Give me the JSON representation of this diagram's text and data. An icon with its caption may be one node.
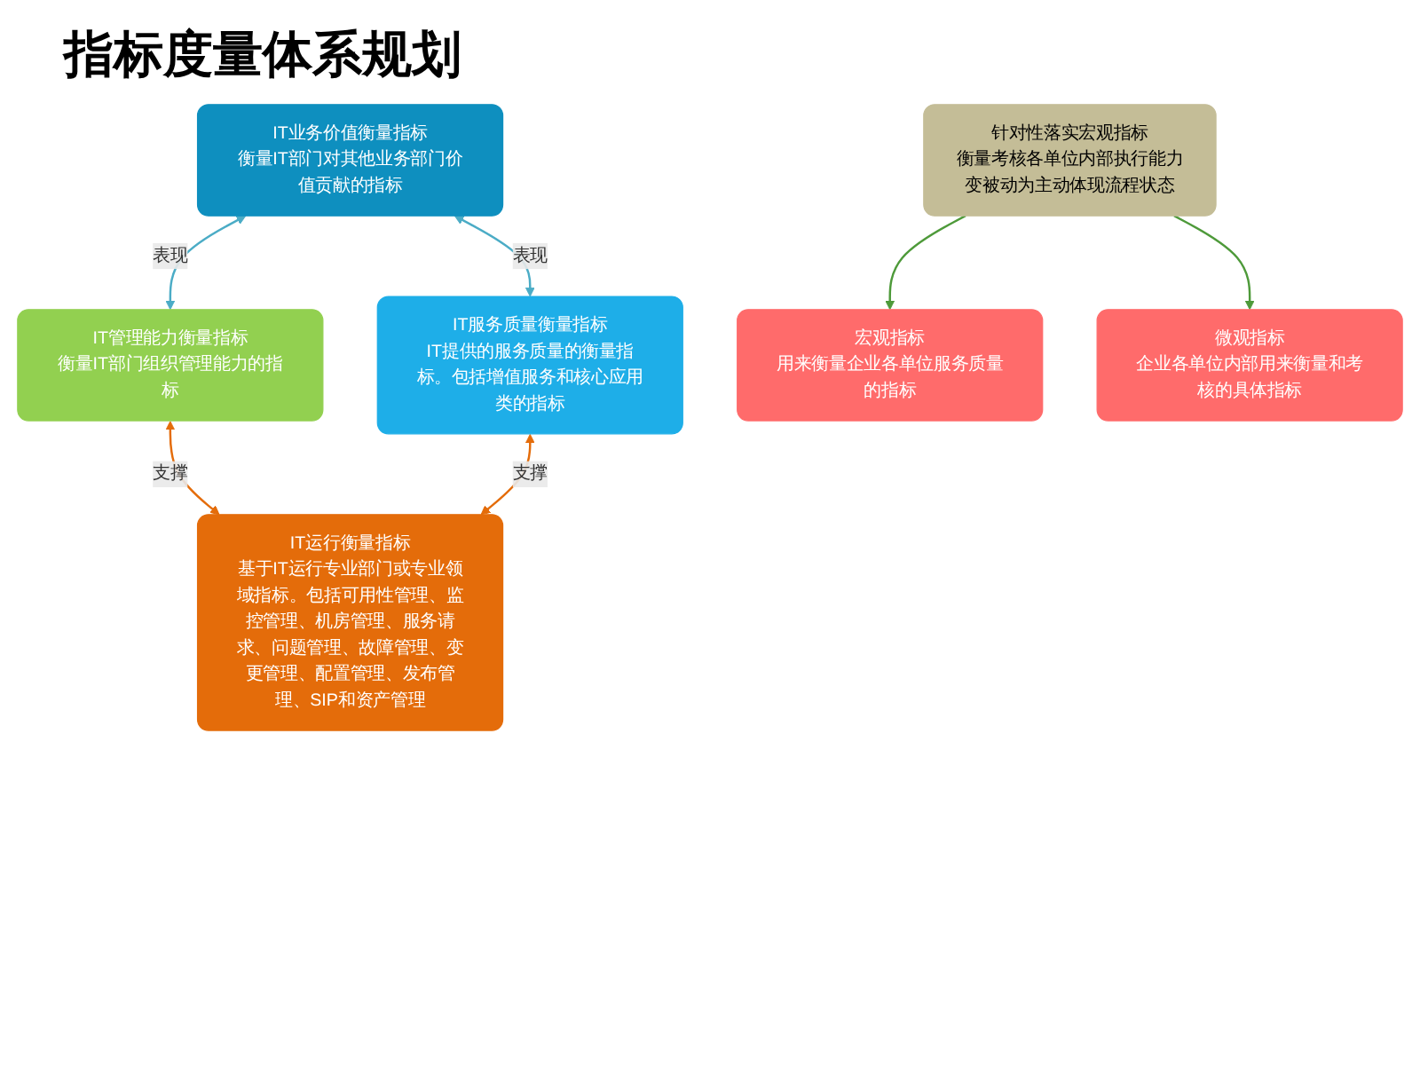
{
  "diagram": {
    "title": "指标度量体系规划",
    "nodes": [
      {
        "text": [
          "IT业务价值衡量指标",
          "衡量IT部门对其他业务部门价值贡献的指标"
        ]
      },
      {
        "text": [
          "IT管理能力衡量指标",
          "衡量IT部门组织管理能力的指标"
        ]
      },
      {
        "text": [
          "IT服务质量衡量指标",
          "IT提供的服务质量的衡量指标。包括增值服务和核心应用类的指标"
        ]
      },
      {
        "text": [
          "IT运行衡量指标",
          "基于IT运行专业部门或专业领域指标。包括可用性管理、监控管理、机房管理、服务请求、问题管理、故障管理、变更管理、配置管理、发布管理、SIP和资产管理"
        ]
      },
      {
        "text": [
          "宏观指标",
          "用来衡量企业各单位服务质量的指标"
        ]
      },
      {
        "text": [
          "针对性落实宏观指标",
          "衡量考核各单位内部执行能力",
          "变被动为主动体现流程状态"
        ]
      },
      {
        "text": [
          "微观指标",
          "企业各单位内部用来衡量和考核的具体指标"
        ]
      }
    ],
    "edges": [
      {
        "from": 0,
        "to": 1,
        "arrow": "both",
        "label": "表现",
        "color": "#4bacc6"
      },
      {
        "from": 0,
        "to": 2,
        "arrow": "both",
        "label": "表现",
        "color": "#4bacc6"
      },
      {
        "from": 1,
        "to": 3,
        "arrow": "both",
        "label": "支撑",
        "color": "#e46c0a"
      },
      {
        "from": 2,
        "to": 3,
        "arrow": "both",
        "label": "支撑",
        "color": "#e46c0a"
      },
      {
        "from": 5,
        "to": 4,
        "arrow": "to",
        "color": "#4e9a3a"
      },
      {
        "from": 5,
        "to": 6,
        "arrow": "to",
        "color": "#4e9a3a"
      }
    ]
  }
}
